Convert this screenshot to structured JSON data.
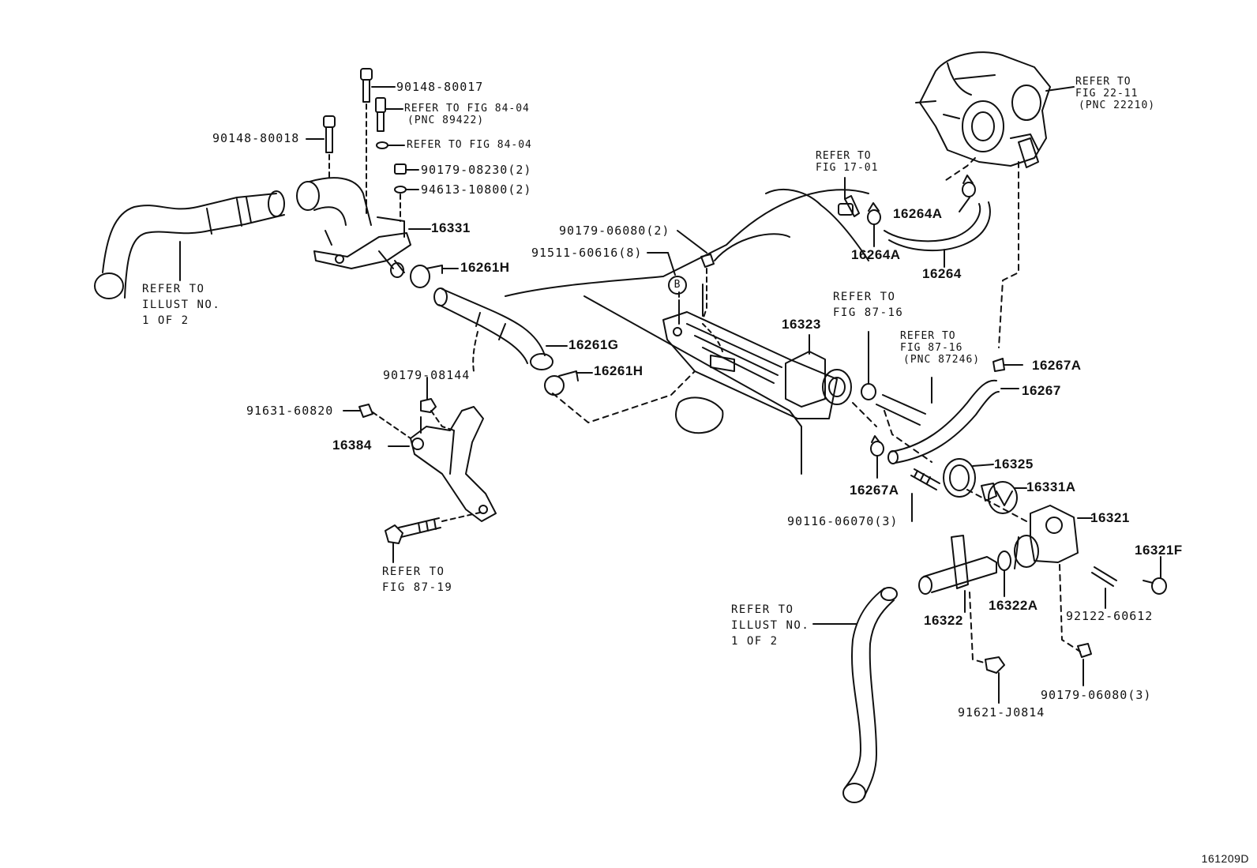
{
  "figure_id": "161209D",
  "callout_B": "B",
  "parts": {
    "p90148_80017": "90148-80017",
    "p90148_80018": "90148-80018",
    "p90179_08230": "90179-08230(2)",
    "p94613_10800": "94613-10800(2)",
    "p16331": "16331",
    "p16261H_a": "16261H",
    "p16261G": "16261G",
    "p16261H_b": "16261H",
    "p90179_06080_2": "90179-06080(2)",
    "p91511_60616": "91511-60616(8)",
    "p16264A_a": "16264A",
    "p16264A_b": "16264A",
    "p16264": "16264",
    "p16323": "16323",
    "p16267A_a": "16267A",
    "p16267": "16267",
    "p16267A_b": "16267A",
    "p90179_08144": "90179-08144",
    "p91631_60820": "91631-60820",
    "p16384": "16384",
    "p16325": "16325",
    "p16331A": "16331A",
    "p16321": "16321",
    "p16321F": "16321F",
    "p90116_06070": "90116-06070(3)",
    "p16322A": "16322A",
    "p16322": "16322",
    "p92122_60612": "92122-60612",
    "p91621_J0814": "91621-J0814",
    "p90179_06080_3": "90179-06080(3)"
  },
  "notes": {
    "fig84_pnc_line1": "REFER TO FIG 84-04",
    "fig84_pnc_line2": "(PNC 89422)",
    "fig84_washer": "REFER TO FIG 84-04",
    "illust_left_1": "REFER TO",
    "illust_left_2": "ILLUST NO.",
    "illust_left_3": "1 OF 2",
    "fig1701_1": "REFER TO",
    "fig1701_2": "FIG 17-01",
    "fig2211_1": "REFER TO",
    "fig2211_2": "FIG 22-11",
    "fig2211_3": "(PNC 22210)",
    "fig8716a_1": "REFER TO",
    "fig8716a_2": "FIG 87-16",
    "fig8716b_1": "REFER TO",
    "fig8716b_2": "FIG 87-16",
    "fig8716b_3": "(PNC 87246)",
    "fig8719_1": "REFER TO",
    "fig8719_2": "FIG 87-19",
    "illust_right_1": "REFER TO",
    "illust_right_2": "ILLUST NO.",
    "illust_right_3": "1 OF 2"
  }
}
